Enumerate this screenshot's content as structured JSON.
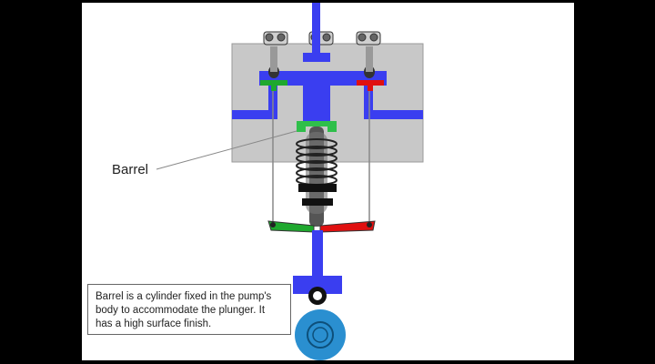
{
  "labels": {
    "barrel": "Barrel"
  },
  "caption": {
    "text": "Barrel is a cylinder fixed in the pump's body to accommodate the plunger. It has a high surface finish."
  },
  "colors": {
    "frame_background": "#000000",
    "canvas_background": "#ffffff",
    "pump_body": "#c8c8c8",
    "fuel_passage": "#3a3ef0",
    "barrel_highlight": "#2fbf4a",
    "left_valve": "#1fa82e",
    "right_valve": "#e01010",
    "cam": "#2a8fd0",
    "spring": "#222222"
  },
  "icons": [
    "pump-body",
    "fuel-passage",
    "barrel",
    "plunger",
    "spring",
    "control-rack",
    "cam"
  ]
}
